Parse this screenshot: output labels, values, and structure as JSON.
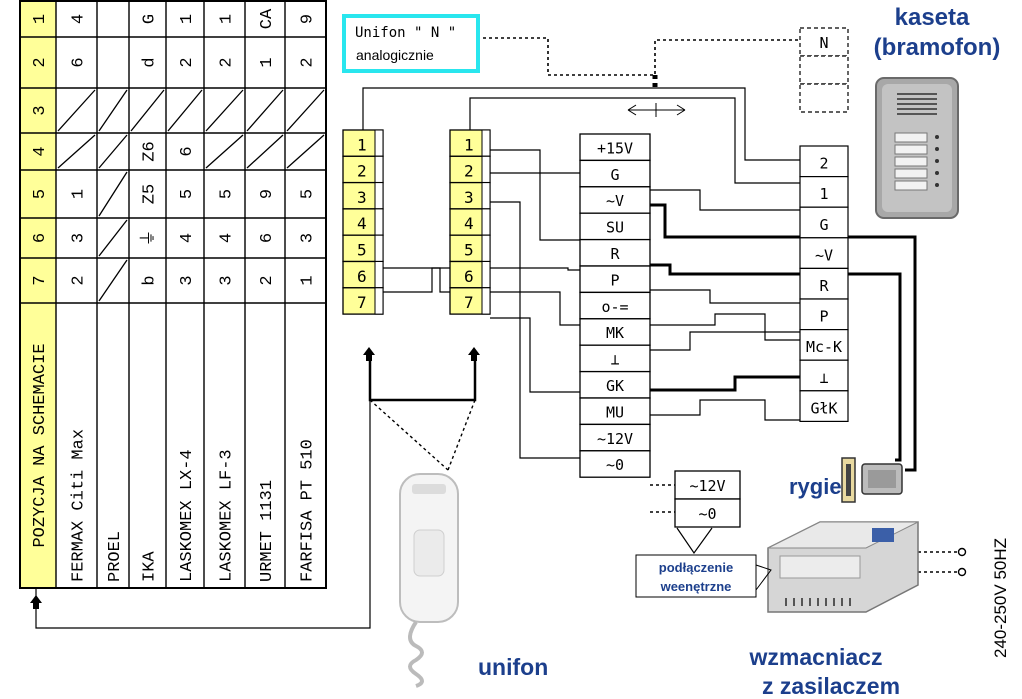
{
  "table": {
    "position_header": "POZYCJA NA SCHEMACIE",
    "position_numbers": [
      "1",
      "2",
      "3",
      "4",
      "5",
      "6",
      "7"
    ],
    "rows": [
      {
        "name": "FERMAX Citi Max",
        "values": [
          "4",
          "6",
          "/",
          "/",
          "1",
          "3",
          "2"
        ]
      },
      {
        "name": "PROEL",
        "values": [
          "",
          "",
          "/",
          "/",
          "/",
          "/",
          "/"
        ]
      },
      {
        "name": "IKA",
        "values": [
          "G",
          "d",
          "/",
          "Z6",
          "Z5",
          "⏚",
          "b"
        ]
      },
      {
        "name": "LASKOMEX LX-4",
        "values": [
          "1",
          "2",
          "/",
          "6",
          "5",
          "4",
          "3"
        ]
      },
      {
        "name": "LASKOMEX LF-3",
        "values": [
          "1",
          "2",
          "/",
          "/",
          "5",
          "4",
          "3"
        ]
      },
      {
        "name": "URMET 1131",
        "values": [
          "CA",
          "1",
          "/",
          "/",
          "9",
          "6",
          "2"
        ]
      },
      {
        "name": "FARFISA PT 510",
        "values": [
          "9",
          "2",
          "/",
          "/",
          "5",
          "3",
          "1"
        ]
      }
    ]
  },
  "terminal_strip_numbers": [
    "1",
    "2",
    "3",
    "4",
    "5",
    "6",
    "7"
  ],
  "unifon_n_box": {
    "line1": "Unifon \" N \"",
    "line2": "analogicznie"
  },
  "kaseta_title": {
    "line1": "kaseta",
    "line2": "(bramofon)"
  },
  "kaseta_terminals": [
    "N",
    "",
    "",
    "2",
    "1",
    "G",
    "~V",
    "R",
    "P",
    "Mc-K",
    "⊥",
    "GłK"
  ],
  "amp_terminals": [
    "+15V",
    "G",
    "~V",
    "SU",
    "R",
    "P",
    "o-=",
    "MK",
    "⊥",
    "GK",
    "MU",
    "~12V",
    "~0"
  ],
  "small_power_box": [
    "~12V",
    "~0"
  ],
  "arrow_symbol": "<-|->",
  "rygiel_label": "rygiel",
  "podlaczenie_label": {
    "line1": "podłączenie",
    "line2": "weenętrzne"
  },
  "unifon_label": "unifon",
  "wzmacniacz_label": {
    "line1": "wzmacniacz",
    "line2": "z zasilaczem"
  },
  "mains_label": "240-250V 50HZ",
  "colors": {
    "yellow": "#ffff99",
    "cyan": "#29e6ee",
    "label_blue": "#1c3f8c",
    "wire": "#000000"
  }
}
